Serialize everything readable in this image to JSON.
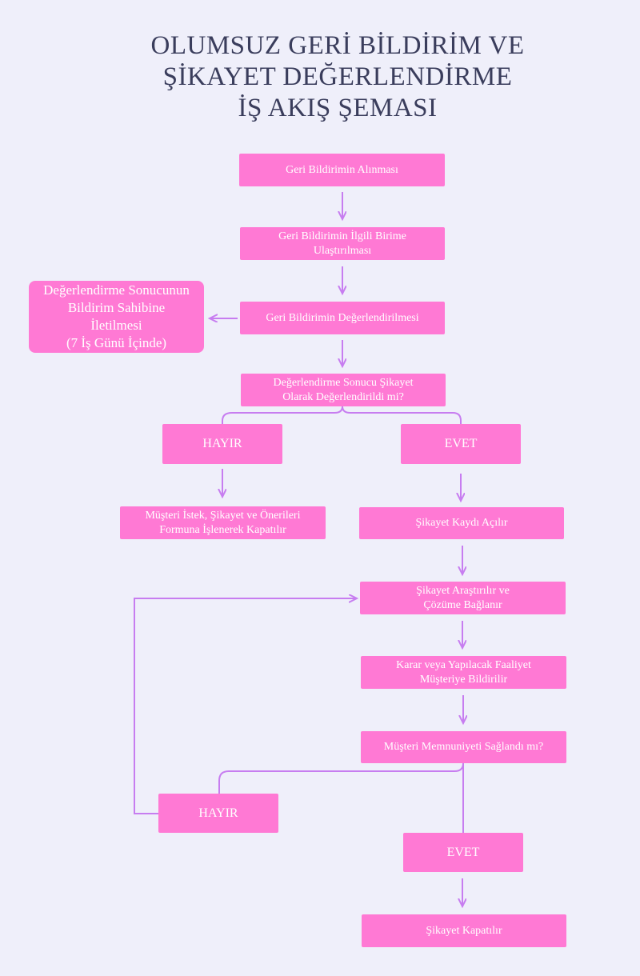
{
  "title_lines": [
    "OLUMSUZ GERİ BİLDİRİM VE",
    "ŞİKAYET DEĞERLENDİRME",
    "İŞ AKIŞ ŞEMASI"
  ],
  "colors": {
    "background": "#efeffa",
    "box_fill": "#ff79d4",
    "connector": "#c77df0",
    "title": "#3a3d5c"
  },
  "nodes": {
    "receive": "Geri Bildirimin Alınması",
    "forward_l1": "Geri Bildirimin İlgili Birime",
    "forward_l2": "Ulaştırılması",
    "evaluate": "Geri Bildirimin Değerlendirilmesi",
    "notify_l1": "Değerlendirme Sonucunun",
    "notify_l2": "Bildirim Sahibine",
    "notify_l3": "İletilmesi",
    "notify_l4": "(7 İş Günü İçinde)",
    "decision1_l1": "Değerlendirme Sonucu Şikayet",
    "decision1_l2": "Olarak Değerlendirildi mi?",
    "no1": "HAYIR",
    "yes1": "EVET",
    "close_form_l1": "Müşteri İstek, Şikayet ve Önerileri",
    "close_form_l2": "Formuna İşlenerek Kapatılır",
    "open_record": "Şikayet Kaydı Açılır",
    "investigate_l1": "Şikayet Araştırılır ve",
    "investigate_l2": "Çözüme Bağlanır",
    "inform_l1": "Karar veya Yapılacak Faaliyet",
    "inform_l2": "Müşteriye Bildirilir",
    "decision2": "Müşteri Memnuniyeti Sağlandı mı?",
    "no2": "HAYIR",
    "yes2": "EVET",
    "closed": "Şikayet Kapatılır"
  }
}
